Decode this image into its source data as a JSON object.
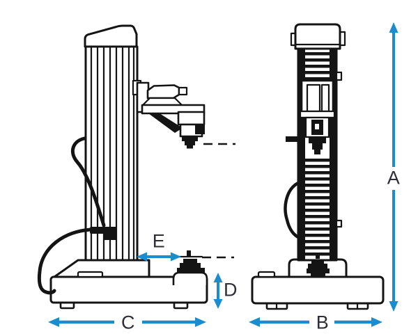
{
  "colors": {
    "accent": "#1b8cce",
    "ink": "#141414",
    "label": "#2e2e36",
    "background": "#ffffff"
  },
  "labels": {
    "A": "A",
    "B": "B",
    "C": "C",
    "D": "D",
    "E": "E"
  }
}
